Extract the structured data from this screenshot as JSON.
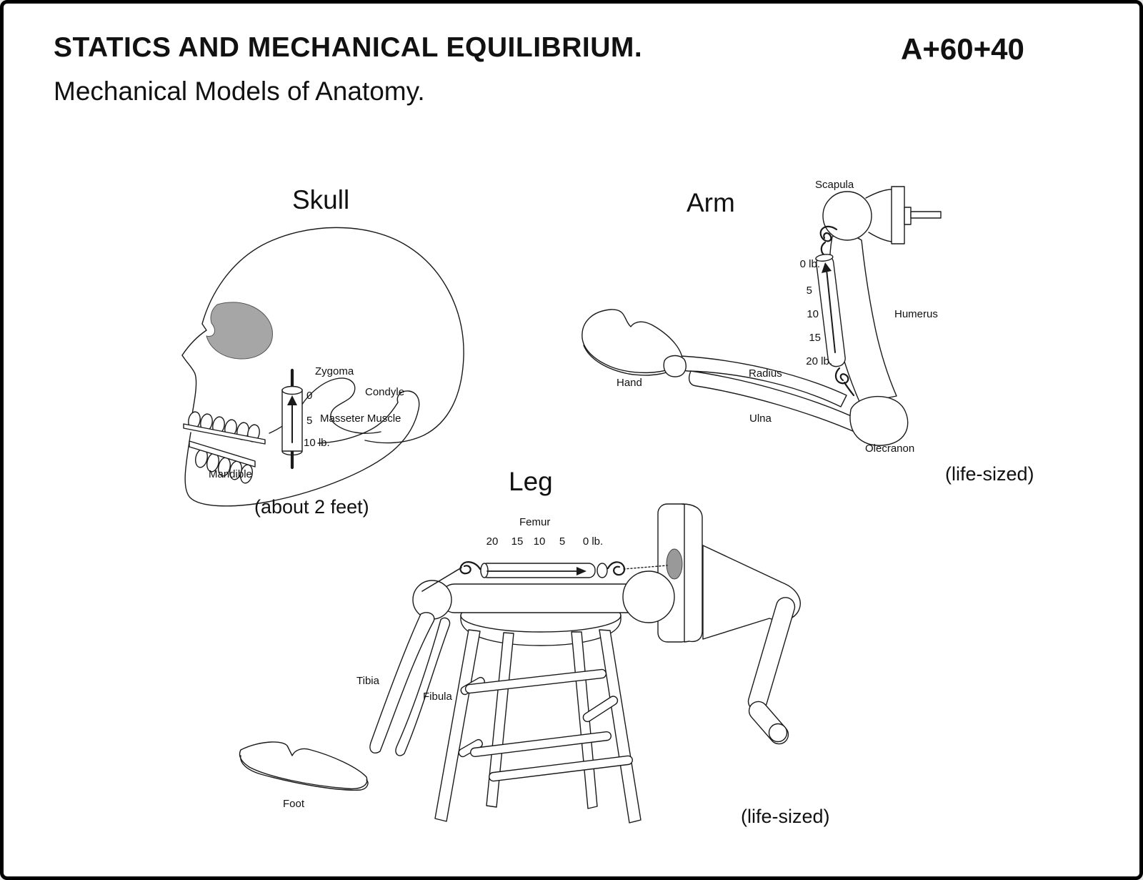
{
  "page": {
    "title": "STATICS AND MECHANICAL EQUILIBRIUM.",
    "subtitle": "Mechanical Models of Anatomy.",
    "code": "A+60+40"
  },
  "skull": {
    "title": "Skull",
    "caption": "(about 2 feet)",
    "labels": {
      "zygoma": "Zygoma",
      "condyle": "Condyle",
      "masseter": "Masseter Muscle",
      "mandible": "Mandible"
    },
    "scale": {
      "ticks": [
        "0",
        "5",
        "10 lb."
      ]
    }
  },
  "arm": {
    "title": "Arm",
    "caption": "(life-sized)",
    "labels": {
      "scapula": "Scapula",
      "humerus": "Humerus",
      "hand": "Hand",
      "radius": "Radius",
      "ulna": "Ulna",
      "olecranon": "Olecranon"
    },
    "scale": {
      "ticks": [
        "0 lb.",
        "5",
        "10",
        "15",
        "20 lb."
      ]
    }
  },
  "leg": {
    "title": "Leg",
    "caption": "(life-sized)",
    "labels": {
      "femur": "Femur",
      "tibia": "Tibia",
      "fibula": "Fibula",
      "foot": "Foot"
    },
    "scale": {
      "ticks": [
        "20",
        "15",
        "10",
        "5",
        "0 lb."
      ]
    }
  },
  "colors": {
    "ink": "#1a1a1a",
    "shade_gray": "#a6a6a6",
    "background": "#ffffff"
  }
}
